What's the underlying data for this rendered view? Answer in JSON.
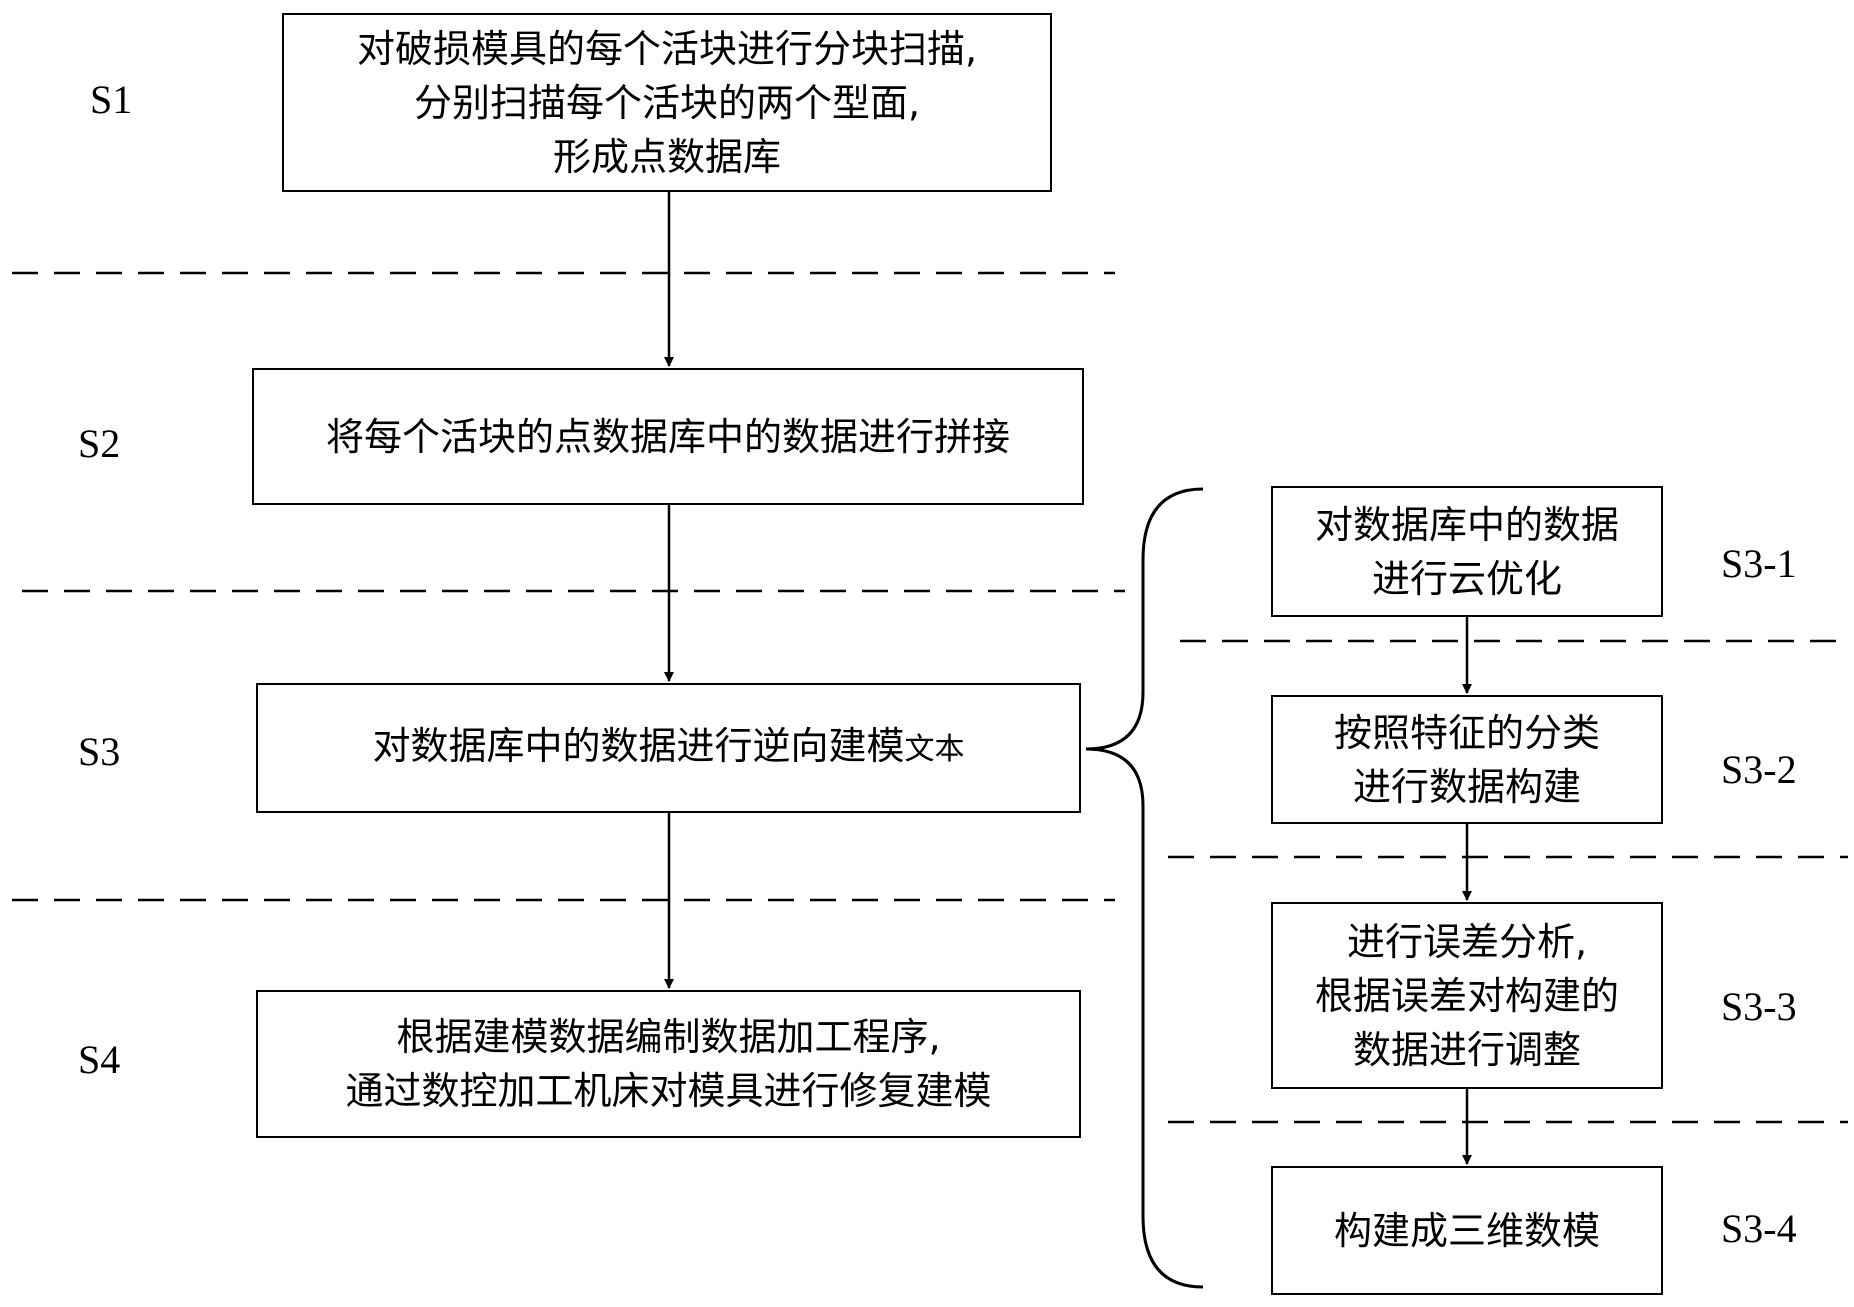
{
  "main_steps": [
    {
      "id": "S1",
      "label": "S1",
      "lines": [
        "对破损模具的每个活块进行分块扫描,",
        "分别扫描每个活块的两个型面,",
        "形成点数据库"
      ]
    },
    {
      "id": "S2",
      "label": "S2",
      "lines": [
        "将每个活块的点数据库中的数据进行拼接"
      ]
    },
    {
      "id": "S3",
      "label": "S3",
      "text": "对数据库中的数据进行逆向建模",
      "suffix": "文本"
    },
    {
      "id": "S4",
      "label": "S4",
      "lines": [
        "根据建模数据编制数据加工程序,",
        "通过数控加工机床对模具进行修复建模"
      ]
    }
  ],
  "sub_steps": [
    {
      "id": "S3-1",
      "label": "S3-1",
      "lines": [
        "对数据库中的数据",
        "进行云优化"
      ]
    },
    {
      "id": "S3-2",
      "label": "S3-2",
      "lines": [
        "按照特征的分类",
        "进行数据构建"
      ]
    },
    {
      "id": "S3-3",
      "label": "S3-3",
      "lines": [
        "进行误差分析,",
        "根据误差对构建的",
        "数据进行调整"
      ]
    },
    {
      "id": "S3-4",
      "label": "S3-4",
      "lines": [
        "构建成三维数模"
      ]
    }
  ]
}
